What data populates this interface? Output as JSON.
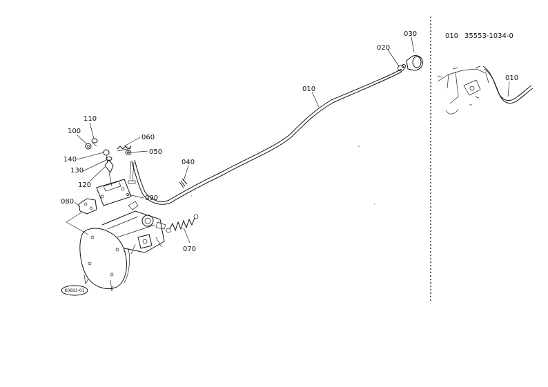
{
  "callouts": {
    "c010": "010",
    "c020": "020",
    "c030": "030",
    "c040": "040",
    "c050": "050",
    "c060": "060",
    "c070": "070",
    "c080": "080",
    "c090": "090",
    "c100": "100",
    "c110": "110",
    "c120": "120",
    "c130": "130",
    "c140": "140"
  },
  "inset": {
    "item": "010",
    "part_number": "35553-1034-0",
    "callout": "010"
  },
  "stamp": "K0693-01",
  "colors": {
    "ink": "#111111",
    "paper": "#ffffff"
  }
}
